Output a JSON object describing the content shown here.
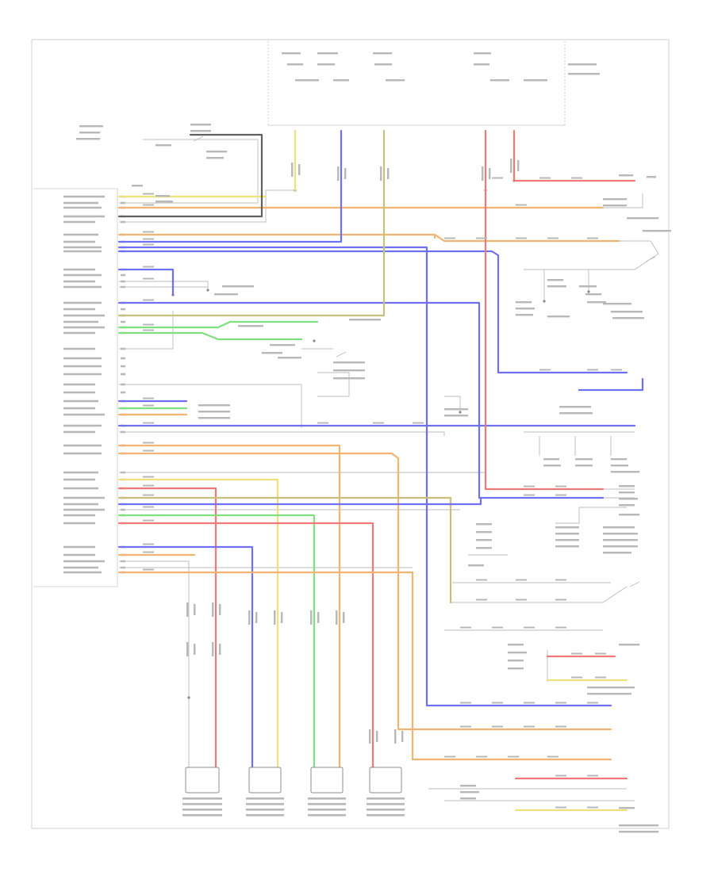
{
  "colors": {
    "red": "#f07878",
    "orange": "#f2b470",
    "blue": "#6f6ff2",
    "yellow": "#efe27a",
    "green": "#7ee07e",
    "olive": "#c8c07a",
    "gray": "#a8a8a8",
    "dark": "#606060"
  },
  "diagram": {
    "page_ref": "",
    "connectors": [
      {
        "id": "conn-1"
      },
      {
        "id": "conn-2"
      },
      {
        "id": "conn-3"
      },
      {
        "id": "conn-4"
      }
    ]
  }
}
